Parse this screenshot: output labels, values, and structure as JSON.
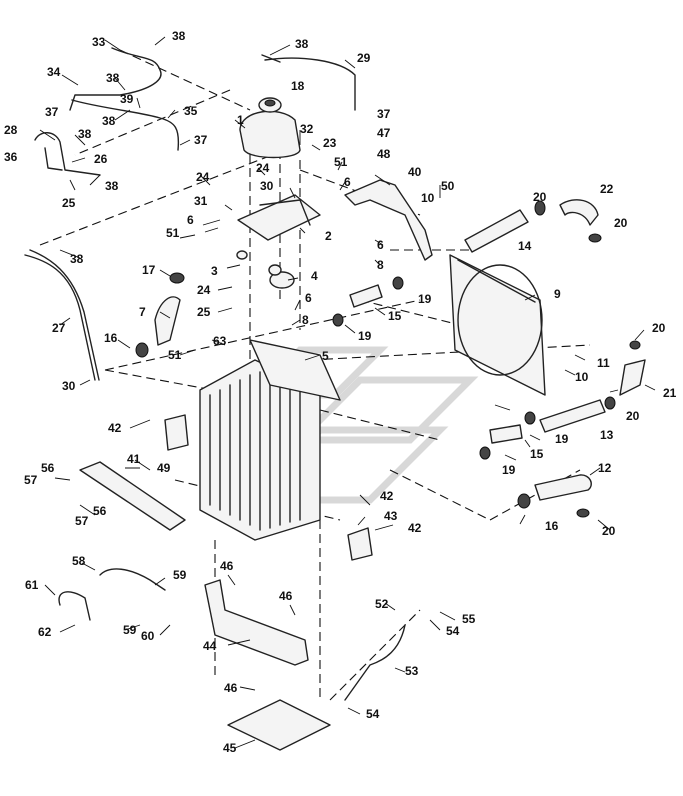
{
  "callouts": [
    "1",
    "2",
    "3",
    "4",
    "5",
    "6",
    "7",
    "8",
    "9",
    "10",
    "11",
    "12",
    "13",
    "14",
    "15",
    "16",
    "17",
    "18",
    "19",
    "20",
    "21",
    "22",
    "23",
    "24",
    "25",
    "26",
    "27",
    "28",
    "29",
    "30",
    "31",
    "32",
    "33",
    "34",
    "35",
    "36",
    "37",
    "38",
    "39",
    "40",
    "41",
    "42",
    "43",
    "44",
    "45",
    "46",
    "47",
    "48",
    "49",
    "50",
    "51",
    "52",
    "53",
    "54",
    "55",
    "56",
    "57",
    "58",
    "59",
    "60",
    "61",
    "62",
    "63"
  ]
}
